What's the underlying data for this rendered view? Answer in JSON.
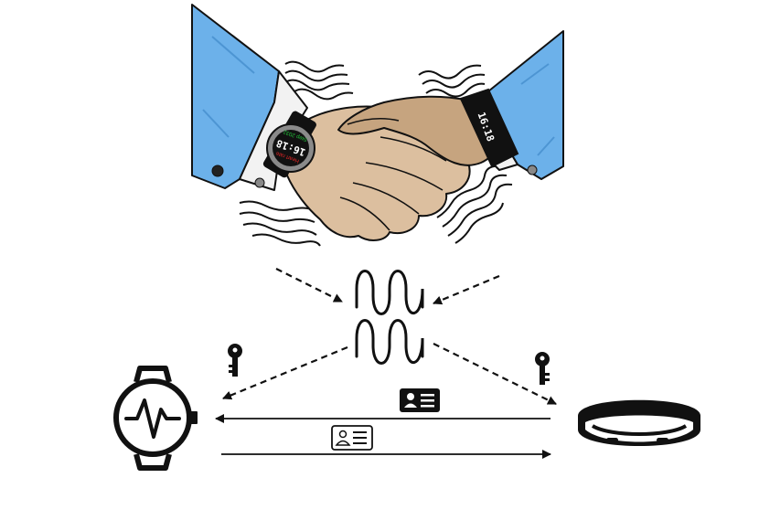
{
  "colors": {
    "sleeve": "#6cb1ea",
    "sleeve_shade": "#4d95d3",
    "skin": "#dcbf9f",
    "skin_shade": "#c6a47f",
    "cuff": "#f2f2f2",
    "ink": "#111111",
    "watch_green": "#22c23a",
    "watch_red": "#e22626"
  },
  "icons": {
    "handshake": "handshake-icon",
    "smartwatch": "smartwatch-icon",
    "fitness_band": "fitness-band-icon",
    "key": "key-icon",
    "id_card": "id-card-icon",
    "signal": "signal-wave-icon"
  },
  "left_watch_screen": {
    "time": "16:18",
    "line_red": "Heart rate",
    "line_green": "Step 2032"
  },
  "right_band_screen": {
    "time": "16:18"
  }
}
